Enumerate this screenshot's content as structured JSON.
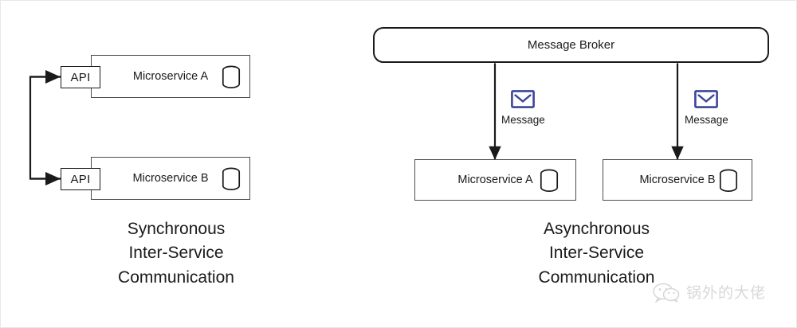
{
  "diagram": {
    "title_not_shown": "",
    "left_panel": {
      "caption": "Synchronous\nInter-Service\nCommunication",
      "services": [
        {
          "name": "Microservice A",
          "api_label": "API",
          "db_icon": "database-cylinder-icon"
        },
        {
          "name": "Microservice B",
          "api_label": "API",
          "db_icon": "database-cylinder-icon"
        }
      ],
      "connector": {
        "type": "bracket-arrows",
        "arrowheads": 2,
        "direction": "right"
      }
    },
    "right_panel": {
      "caption": "Asynchronous\nInter-Service\nCommunication",
      "broker": {
        "label": "Message Broker",
        "shape": "rounded-rectangle"
      },
      "services": [
        {
          "name": "Microservice A",
          "db_icon": "database-cylinder-icon"
        },
        {
          "name": "Microservice B",
          "db_icon": "database-cylinder-icon"
        }
      ],
      "channels": [
        {
          "label": "Message",
          "icon": "envelope-icon",
          "arrow": "double-headed-vertical"
        },
        {
          "label": "Message",
          "icon": "envelope-icon",
          "arrow": "double-headed-vertical"
        }
      ]
    },
    "watermark": {
      "text": "锅外的大佬",
      "icon": "wechat-logo-icon"
    },
    "colors": {
      "stroke": "#1a1a1a",
      "box_stroke": "#4d4d4d",
      "envelope": "#3b4599",
      "background": "#ffffff",
      "watermark": "#9a9a9a"
    }
  }
}
